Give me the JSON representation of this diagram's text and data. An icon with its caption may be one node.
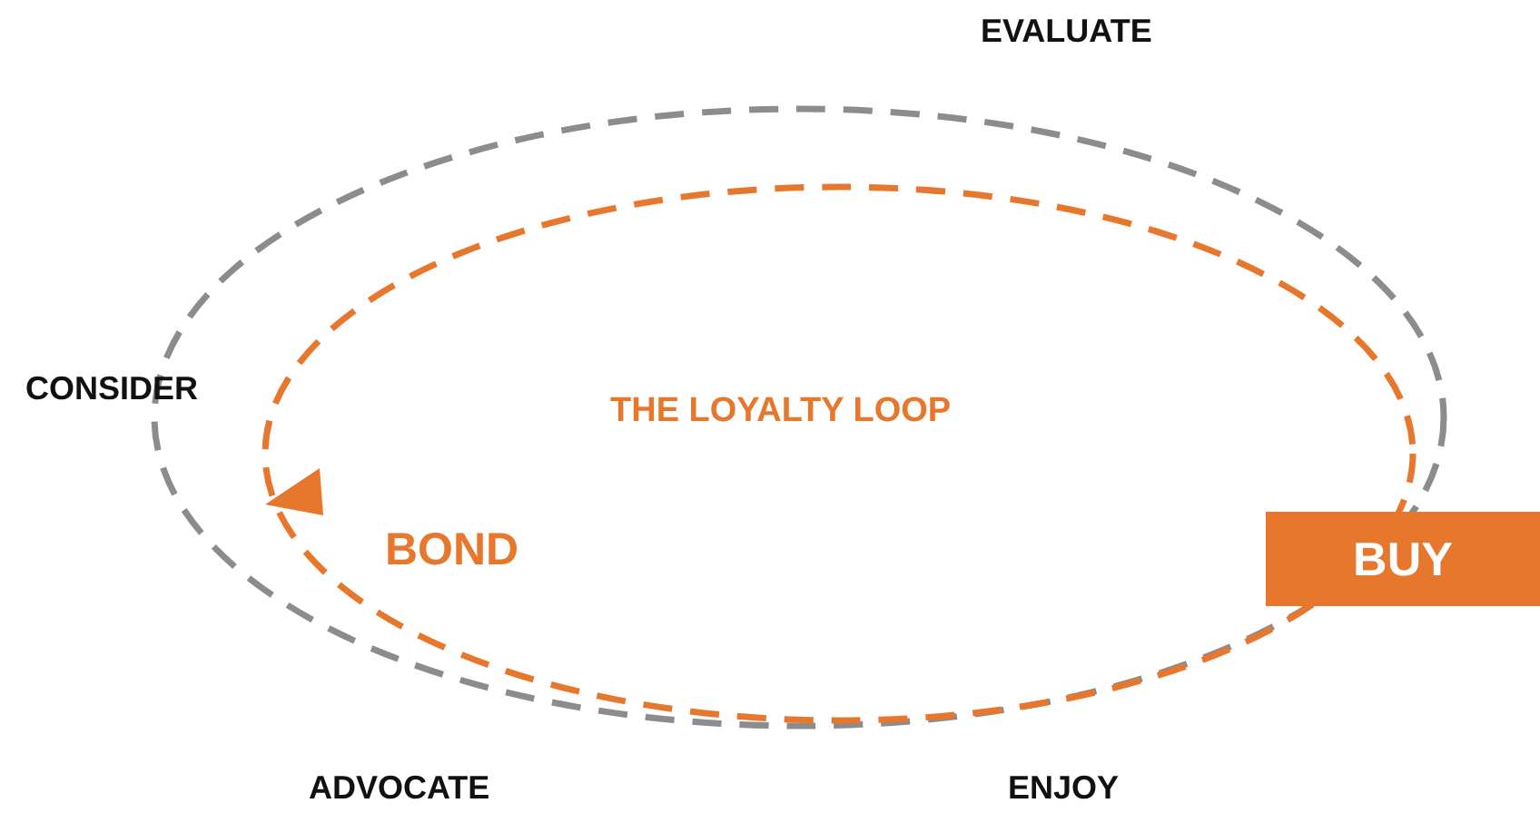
{
  "diagram": {
    "nodes": [
      {
        "text": [
          "BUY"
        ]
      }
    ],
    "labels": [
      "EVALUATE",
      "CONSIDER",
      "THE LOYALTY LOOP",
      "BOND",
      "ADVOCATE",
      "ENJOY"
    ]
  }
}
